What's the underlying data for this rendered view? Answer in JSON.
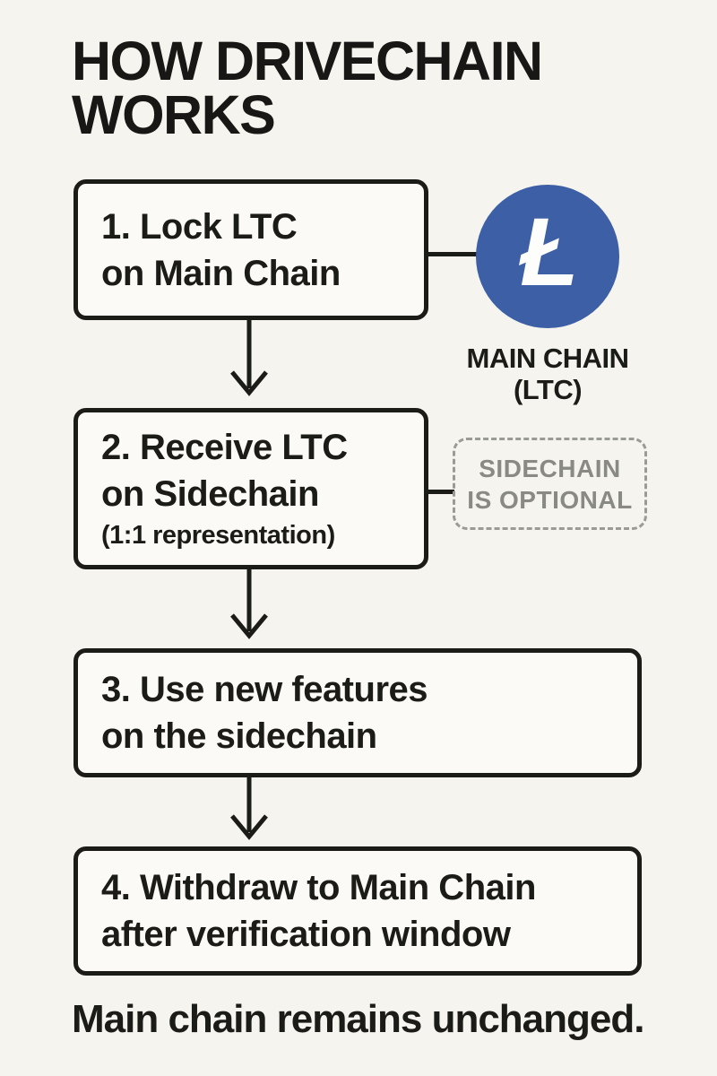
{
  "title": {
    "line1": "HOW DRIVECHAIN",
    "line2": "WORKS"
  },
  "steps": [
    {
      "line1": "1. Lock LTC",
      "line2": "on Main Chain"
    },
    {
      "line1": "2. Receive LTC",
      "line2": "on Sidechain",
      "note": "(1:1 representation)"
    },
    {
      "line1": "3. Use new features",
      "line2": "on the sidechain"
    },
    {
      "line1": "4. Withdraw to Main Chain",
      "line2": "after verification window"
    }
  ],
  "litecoin": {
    "symbol": "Ł"
  },
  "main_chain_label": {
    "line1": "MAIN CHAIN",
    "line2": "(LTC)"
  },
  "sidechain_note": {
    "line1": "SIDECHAIN",
    "line2": "IS OPTIONAL"
  },
  "footer": {
    "text": "Main chain remains unchanged."
  },
  "colors": {
    "background": "#F6F4EE",
    "box_fill": "#FCFAF6",
    "ink": "#1B1B18",
    "litecoin_blue": "#3D5FA6",
    "muted_gray_text": "#8A8A85",
    "dash_gray": "#9B9B95"
  }
}
